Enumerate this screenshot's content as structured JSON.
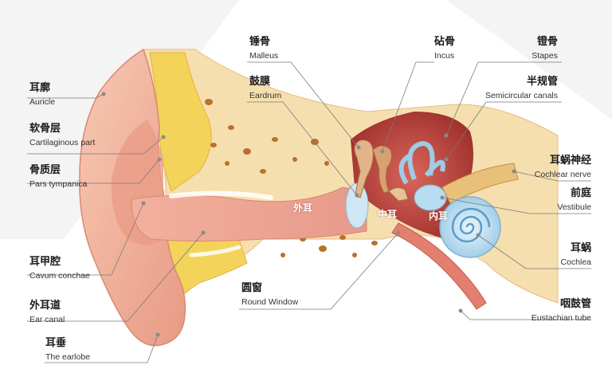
{
  "labels": {
    "auricle": {
      "zh": "耳廓",
      "en": "Auricle"
    },
    "cartilaginous": {
      "zh": "软骨层",
      "en": "Cartilaginous part"
    },
    "pars_tympanica": {
      "zh": "骨质层",
      "en": "Pars tympanica"
    },
    "cavum_conchae": {
      "zh": "耳甲腔",
      "en": "Cavum conchae"
    },
    "ear_canal": {
      "zh": "外耳道",
      "en": "Ear canal"
    },
    "earlobe": {
      "zh": "耳垂",
      "en": "The earlobe"
    },
    "malleus": {
      "zh": "锤骨",
      "en": "Malleus"
    },
    "eardrum": {
      "zh": "鼓膜",
      "en": "Eardrum"
    },
    "round_window": {
      "zh": "圆窗",
      "en": "Round Window"
    },
    "incus": {
      "zh": "砧骨",
      "en": "Incus"
    },
    "stapes": {
      "zh": "镫骨",
      "en": "Stapes"
    },
    "semicircular": {
      "zh": "半规管",
      "en": "Semicircular canals"
    },
    "cochlear_nerve": {
      "zh": "耳蜗神经",
      "en": "Cochlear nerve"
    },
    "vestibule": {
      "zh": "前庭",
      "en": "Vestibule"
    },
    "cochlea": {
      "zh": "耳蜗",
      "en": "Cochlea"
    },
    "eustachian": {
      "zh": "咽鼓管",
      "en": "Eustachian tube"
    }
  },
  "regions": {
    "outer_ear": "外耳",
    "middle_ear": "中耳",
    "inner_ear": "内耳"
  },
  "colors": {
    "skin": "#f2b8a0",
    "bone": "#f6dfae",
    "cartilage": "#f3d35a",
    "cavity": "#c64d45",
    "inner_ear": "#b8dcf0",
    "leader": "#7a7a7a"
  }
}
